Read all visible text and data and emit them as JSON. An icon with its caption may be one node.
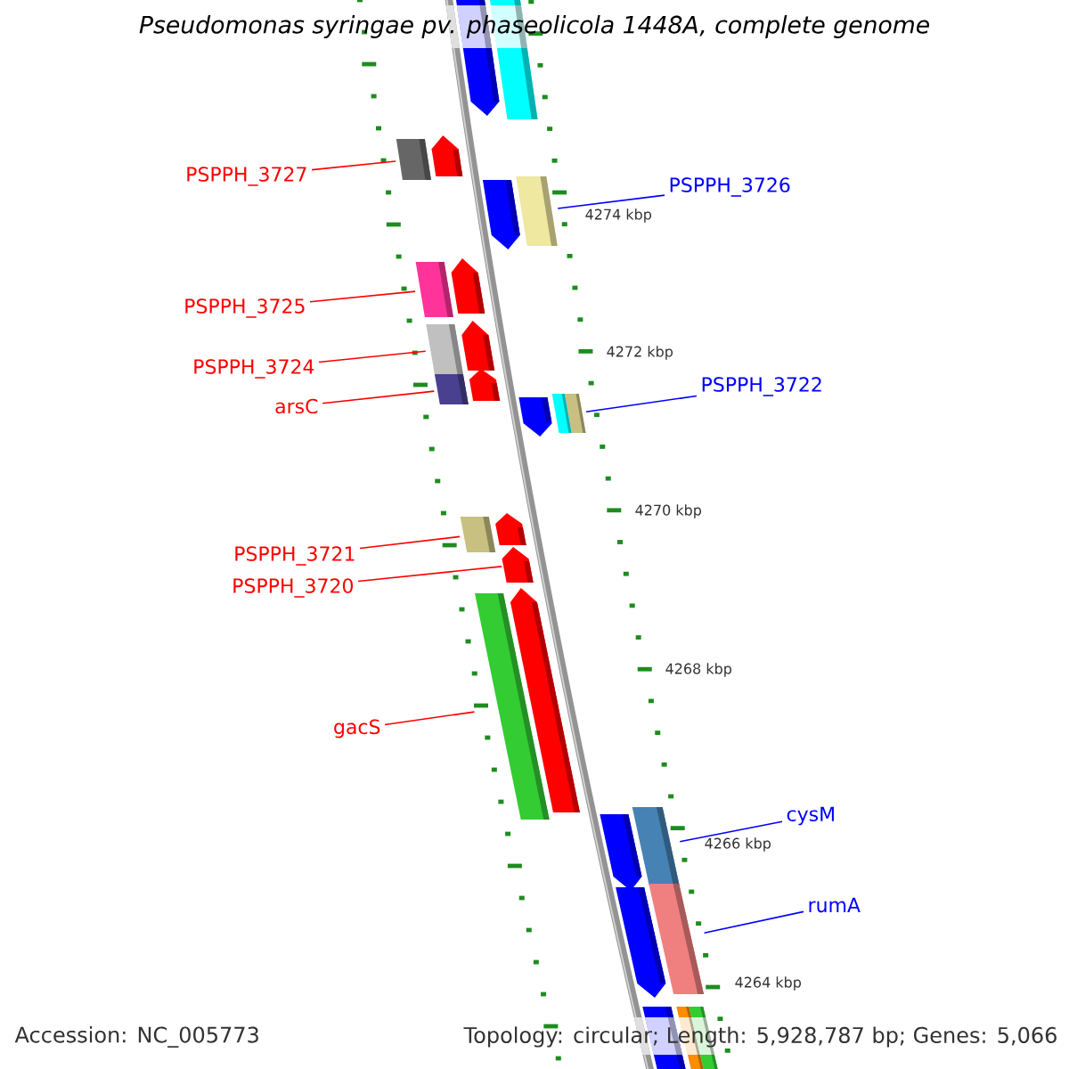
{
  "diagram": {
    "title": "Pseudomonas syringae pv. phaseolicola 1448A, complete genome",
    "nodes": [
      {
        "text": [
          "PSPPH_3727"
        ]
      },
      {
        "text": [],
        "shape": "bar"
      },
      {
        "text": [
          "PSPPH_3726"
        ]
      },
      {
        "text": [],
        "shape": "bar"
      },
      {
        "text": [
          "PSPPH_3725"
        ]
      },
      {
        "text": [],
        "shape": "bar"
      },
      {
        "text": [
          "PSPPH_3724"
        ]
      },
      {
        "text": [],
        "shape": "bar"
      },
      {
        "text": [
          "arsC"
        ]
      },
      {
        "text": [],
        "shape": "bar"
      },
      {
        "text": [
          "PSPPH_3722"
        ]
      },
      {
        "text": [],
        "shape": "bar"
      },
      {
        "text": [
          "PSPPH_3721"
        ]
      },
      {
        "text": [],
        "shape": "bar"
      },
      {
        "text": [
          "PSPPH_3720"
        ]
      },
      {
        "text": [],
        "shape": "bar"
      },
      {
        "text": [
          "gacS"
        ]
      },
      {
        "text": [],
        "shape": "bar"
      },
      {
        "text": [
          "cysM"
        ]
      },
      {
        "text": [],
        "shape": "bar"
      },
      {
        "text": [
          "rumA"
        ]
      },
      {
        "text": [],
        "shape": "bar"
      },
      {
        "text": [],
        "shape": "bar"
      },
      {
        "text": [],
        "shape": "bar"
      },
      {
        "text": [],
        "shape": "bar"
      },
      {
        "text": [],
        "shape": "bar"
      },
      {
        "text": [],
        "shape": "bar"
      },
      {
        "text": [],
        "shape": "bar"
      },
      {
        "text": [],
        "shape": "bar"
      },
      {
        "text": [],
        "shape": "bar"
      },
      {
        "text": [],
        "shape": "bar"
      },
      {
        "text": [],
        "shape": "bar"
      },
      {
        "text": [],
        "shape": "bar"
      },
      {
        "text": [],
        "shape": "bar"
      },
      {
        "text": [],
        "shape": "bar"
      },
      {
        "text": [],
        "shape": "bar"
      },
      {
        "text": [],
        "shape": "bar"
      },
      {
        "text": [],
        "shape": "bar"
      }
    ],
    "edges": [
      {
        "from": 0,
        "to": 1,
        "arrow": "none"
      },
      {
        "from": 2,
        "to": 3,
        "arrow": "none",
        "color": "#0000ff"
      },
      {
        "from": 4,
        "to": 5,
        "arrow": "none"
      },
      {
        "from": 6,
        "to": 7,
        "arrow": "none"
      },
      {
        "from": 8,
        "to": 9,
        "arrow": "none"
      },
      {
        "from": 10,
        "to": 11,
        "arrow": "none",
        "color": "#0000ff"
      },
      {
        "from": 12,
        "to": 13,
        "arrow": "none"
      },
      {
        "from": 14,
        "to": 15,
        "arrow": "none"
      },
      {
        "from": 16,
        "to": 17,
        "arrow": "none"
      },
      {
        "from": 18,
        "to": 19,
        "arrow": "none",
        "color": "#0000ff"
      },
      {
        "from": 20,
        "to": 21,
        "arrow": "none",
        "color": "#0000ff"
      }
    ],
    "labels": [
      "4274 kbp",
      "4272 kbp",
      "4270 kbp",
      "4268 kbp",
      "4266 kbp",
      "4264 kbp",
      "Accession: NC_005773",
      "Topology: circular; Length: 5,928,787 bp; Genes: 5,066"
    ]
  }
}
